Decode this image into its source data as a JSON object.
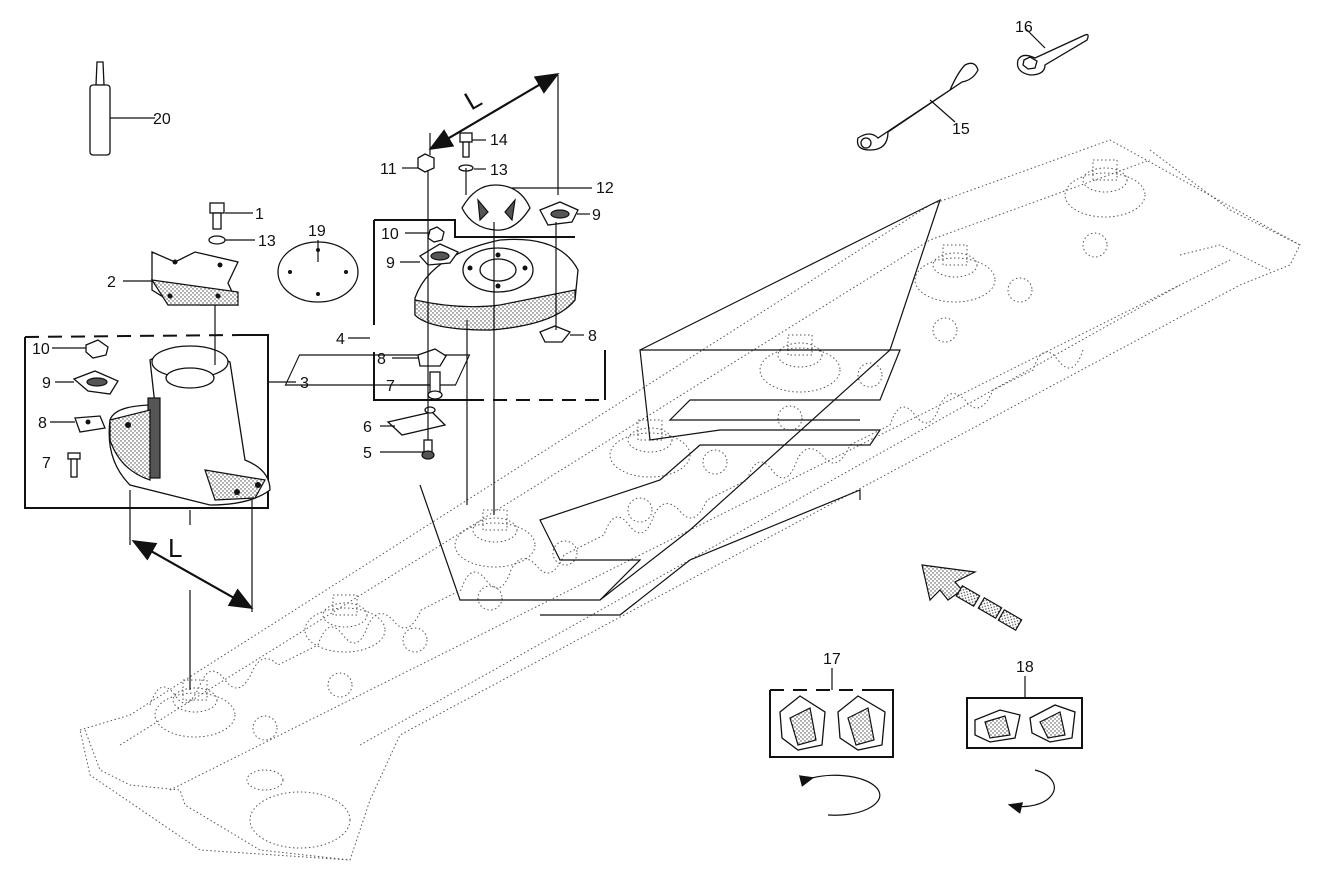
{
  "diagram": {
    "callouts": [
      "1",
      "2",
      "3",
      "4",
      "5",
      "6",
      "7",
      "8",
      "9",
      "10",
      "11",
      "12",
      "13",
      "14",
      "15",
      "16",
      "17",
      "18",
      "19",
      "20"
    ],
    "dimension_label": "L",
    "left_group": {
      "labels": [
        "10",
        "9",
        "8",
        "7"
      ]
    },
    "center_group": {
      "labels": [
        "11",
        "14",
        "13",
        "12",
        "10",
        "9",
        "9",
        "4",
        "8",
        "8",
        "7",
        "6",
        "5"
      ]
    }
  }
}
